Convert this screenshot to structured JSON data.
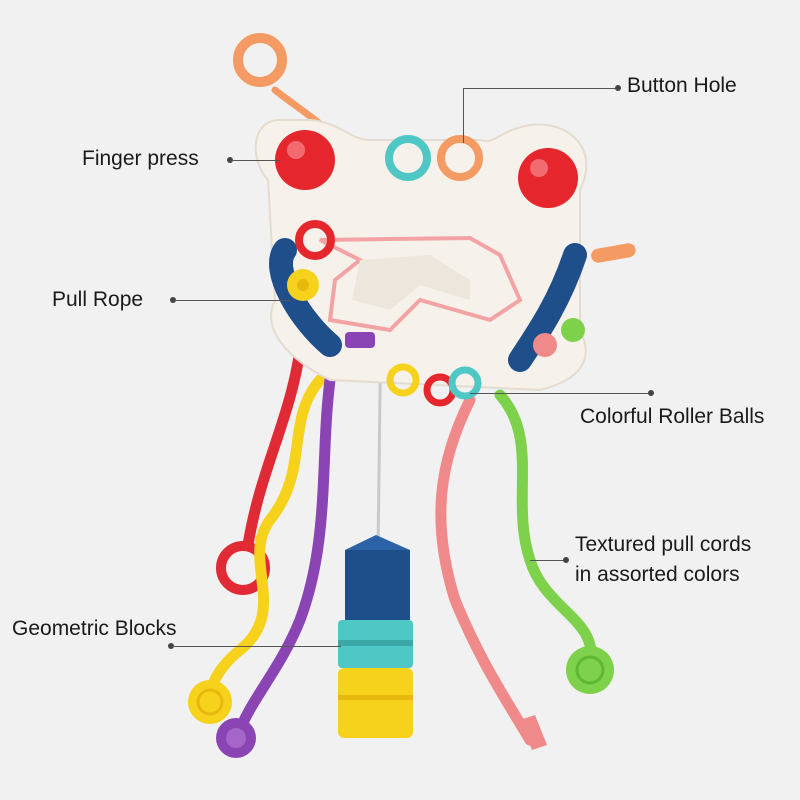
{
  "callouts": {
    "button_hole": "Button Hole",
    "finger_press": "Finger press",
    "pull_rope": "Pull Rope",
    "roller_balls": "Colorful Roller Balls",
    "pull_cords_line1": "Textured pull cords",
    "pull_cords_line2": "in assorted colors",
    "geometric_blocks": "Geometric Blocks"
  },
  "colors": {
    "background": "#f1f1f1",
    "board": "#f6f1ea",
    "red": "#e6262d",
    "navy": "#1f4f8a",
    "yellow": "#f7d21c",
    "teal": "#4fc7c4",
    "orange": "#f49a63",
    "green": "#7ed24b",
    "purple": "#8b44b3",
    "pink": "#f08a8a"
  }
}
